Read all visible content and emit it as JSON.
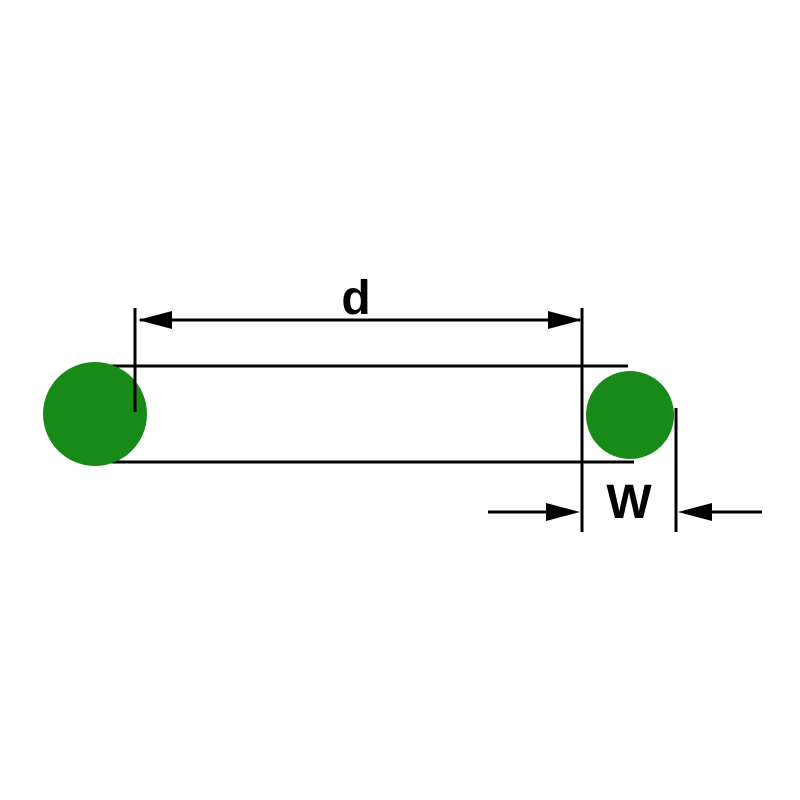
{
  "diagram": {
    "description": "O-ring cross-section dimension drawing",
    "labels": {
      "inner_diameter": "d",
      "cross_section_width": "W"
    },
    "colors": {
      "ring_fill": "#178a17",
      "line": "#000000",
      "background": "#ffffff"
    }
  }
}
